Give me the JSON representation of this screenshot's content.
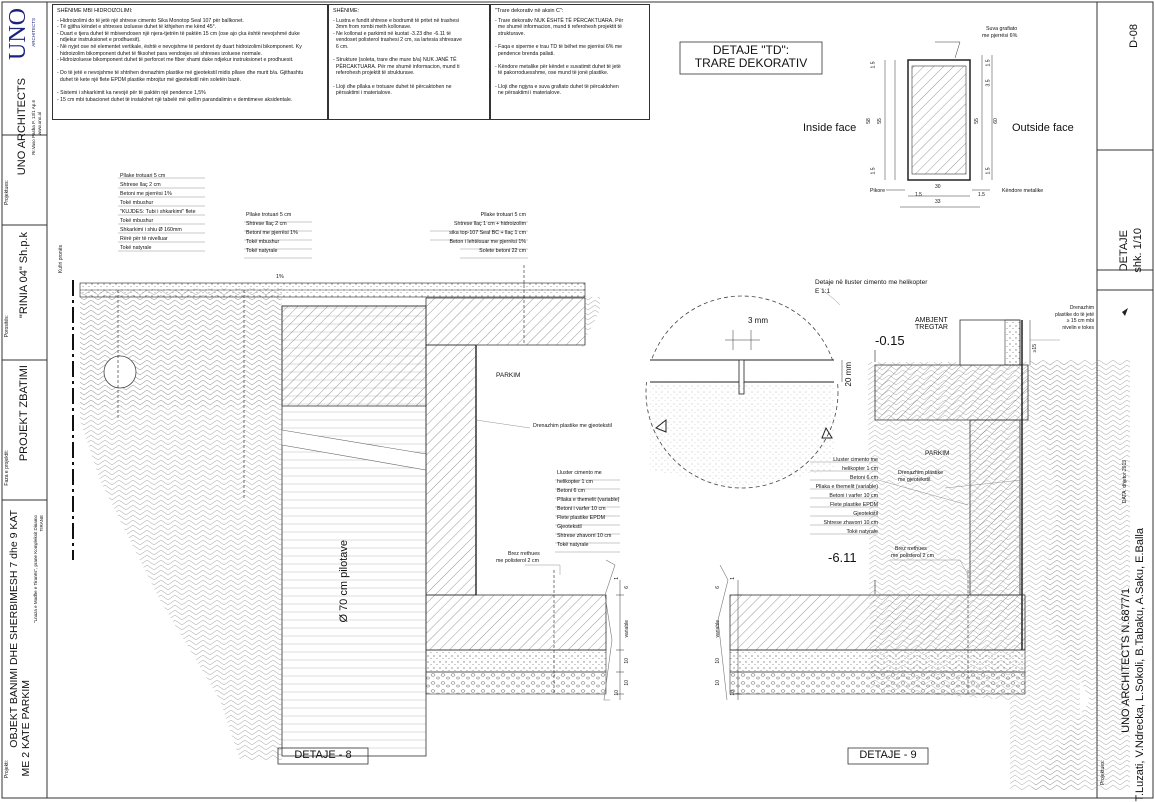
{
  "notes": {
    "hydro": {
      "title": "SHËNIME MBI HIDROIZOLIMI:",
      "lines": [
        "- Hidroizolimi do të jetë një shtrese cimento Sika Monotop Seal 107 për ballkonet.",
        "- Të gjitha këndet e shtreses izoluese duhet të kthjehen me kënd 45°.",
        "- Duart e tjera duhet të mbivendosen një njera-tjetrën të paktën 15 cm (ose ajo çka është nevojshmë duke",
        "  ndjekur instruksionet e prodhuesit).",
        "- Në nyjet ose në elementet vertikale, është e nevojshme të perdoret dy duart hidroizolimi bikomponent. Ky",
        "  hidroizolim bikomponent duhet të fiksohet para vendosjes së shtreses izoluese normale.",
        "- Hidroizoluese bikomponent duhet të perforcet me fiber xhami duke ndjekur instruksionet e prodhuesit.",
        "",
        "- Do të jetë e nevojshme të shtrihen drenazhim plastike më gjeotekstil midis pllave dhe murit b/a. Gjithashtu",
        "  duhet të kete një flete EPDM plastike mbrojtur më gjeotekstil nën soletën bazë.",
        "",
        "- Sistemi i shkarkimit ka nevojë për të paktën një pendence 1,5%",
        "- 15 cm mbi tubacionet duhet të instalohet një tabelë më qellim parandalimin e demtimeve aksidentale."
      ]
    },
    "general": {
      "title": "SHËNIME:",
      "lines": [
        "- Lustra e fundit shtrese e bodrumit të pritet në trashesi",
        "  3mm from rombi meth kollonave.",
        "- Ne kollonat e parkimit në kuotat -3.23 dhe -6.11 të",
        "  vendoset polisterol trashesi 2 cm, sa lartesia shtresave",
        "  6 cm.",
        "",
        "- Strukture (soleta, trare dhe mure b/a) NUK JANË TË",
        "  PËRCAKTUARA. Për me shumë informacion, mund ti",
        "  referohesh projektit të strukturave.",
        "",
        "- Lloji dhe pllaka e trotuare duhet të përcaktohen ne",
        "  përsaktimi i materialove."
      ]
    },
    "beams": {
      "title": "\"Trare dekorativ në aksin C\":",
      "lines": [
        "- Trare dekorativ NUK ËSHTË TË PËRCAKTUARA. Për",
        "  me shumë informacion, mund ti referohesh projektit të",
        "  strukturave.",
        "",
        "- Faqa e siperme e trau TD të bëhet me pjerrësi 6% me",
        "  pendence brenda paliati.",
        "",
        "- Këndore metalike për këndet e suvatimit duhet të jetë",
        "  të pakorroduesshme, ose mund të jonë plastike.",
        "",
        "- Lloji dhe ngjyra e suva grafiato duhet të përcaktohen",
        "  ne përsaktimi i materialove."
      ]
    }
  },
  "detail_td": {
    "title_line1": "DETAJE \"TD\":",
    "title_line2": "TRARE DEKORATIV",
    "inside": "Inside face",
    "outside": "Outside face",
    "suva": "Suva grafiato",
    "suva2": "me pjerrësi 6%",
    "pikore": "Pikore",
    "kendore": "Këndore metalike",
    "dims": [
      "1.5",
      "55",
      "1.5",
      "58",
      "30",
      "33",
      "1.5",
      "1.5",
      "3.5",
      "55",
      "60",
      "1.5",
      "1.5"
    ]
  },
  "detail8": {
    "title": "DETAJE - 8",
    "pile": "Ø 70 cm pilotave",
    "parkim": "PARKIM",
    "drenazh": "Drenazhim plastike me gjeotekstil",
    "kufiri": "Kufiri pronës",
    "pct": "1%",
    "brez": [
      "Brez rrethues",
      "me polisterol 2 cm"
    ],
    "variable": "variable",
    "dimlabels": [
      "6",
      "1",
      "10",
      "10",
      "10"
    ],
    "layers_left": [
      "Pllake trotuari 5 cm",
      "Shtrese llaç 2 cm",
      "Betoni me pjerrësi 1%",
      "Tokë mbushur",
      "\"KUJDES: Tubi i shkarkimi\" flete",
      "Tokë mbushur",
      "Shkarkimi i shiu Ø 160mm",
      "Rërë për të nivelluar",
      "Tokë natyrale"
    ],
    "layers_mid": [
      "Pllake trotuari 5 cm",
      "Shtrese llaç 2 cm",
      "Betoni me pjerrësi 1%",
      "Tokë mbushur",
      "Tokë natyrale"
    ],
    "layers_right": [
      "Pllake trotuari 5 cm",
      "Shtrese llaç 1 cm + hidroizolim",
      "sika top-107 Seal BC + llaç 1 cm",
      "Beton i lehtësuar me pjerrësi 1%",
      "Solete betoni 22 cm"
    ],
    "layers_floor": [
      "Lluster cimento me",
      "helikopter 1 cm",
      "Betoni 6 cm",
      "Pllaka e themelit (variable)",
      "Betoni i varfer 10 cm",
      "Flete plastike EPDM",
      "Gjeotekstil",
      "Shtrese zhavorri 10 cm",
      "Tokë natyrale"
    ]
  },
  "detail9": {
    "title": "DETAJE - 9",
    "circle_title": "Detaje në lluster cimento me helikopter",
    "scale": "E 1:1",
    "mm3": "3 mm",
    "mm20": "20 mm",
    "ambjent": "AMBJENT",
    "tregtar": "TREGTAR",
    "lev1": "-0.15",
    "lev2": "-6.11",
    "parkim": "PARKIM",
    "drenazh": [
      "Drenazhim plastike",
      "me gjeotekstil"
    ],
    "drenazh_top": [
      "Drenazhim",
      "plastike do të jetë",
      "≥ 15 cm mbi",
      "nivelin e tokes"
    ],
    "d15": "≥15",
    "brez": [
      "Brez rrethues",
      "me polisterol 2 cm"
    ],
    "variable": "variable",
    "dimlabels": [
      "6",
      "1",
      "10",
      "10",
      "10"
    ],
    "layers_floor": [
      "Lluster cimento me",
      "helikopter 1 cm",
      "Betoni 6 cm",
      "Pllaka e themelit (variable)",
      "Betoni i varfer 10 cm",
      "Flete plastike EPDM",
      "Gjeotekstil",
      "Shtrese zhavorri 10 cm",
      "Tokë natyrale"
    ]
  },
  "titleblock": {
    "brand": "UNO",
    "brand_sub": "ARCHITECTS",
    "firm": "UNO ARCHITECTS",
    "addr": "Rr.Vaso Pasha  P. 13/1 Ap.6",
    "web": "www.uno.al",
    "label_projektues": "Projektues:",
    "client": "\"RINIA 04\" Sh.p.k",
    "label_porosites": "Porositës:",
    "phase": "PROJEKT ZBATIMI",
    "label_faza": "Faza e projektit:",
    "object1": "OBJEKT BANIMI DHE SHERBIMESH 7 dhe 9 KAT",
    "object2": "ME 2 KATE PARKIM",
    "object_sub1": "\"Lnaza e Madhe e Tiranës\", prane Kompleksit Dinamo",
    "object_sub2": "TIRANE",
    "label_projekti": "Projekti:",
    "sheet_no": "D-08",
    "sheet_title": "DETAJE",
    "sheet_scale": "shk. 1/10",
    "date": "DATA: dhjetor 2013",
    "firm_no": "UNO ARCHITECTS  N.6877/1",
    "team": "T.Luzati, V.Ndrecka, L.Sokoli, B.Tabaku, A.Saku, E.Balla",
    "label_projektues2": "Projektues:"
  }
}
